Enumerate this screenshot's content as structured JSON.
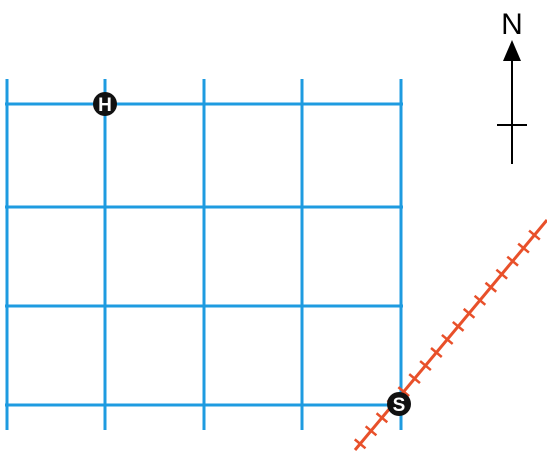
{
  "map": {
    "grid_color": "#1e9be0",
    "railway_color": "#e8502a",
    "marker_color": "#111111",
    "compass_color": "#000000"
  },
  "compass": {
    "label": "N",
    "icon": "north-arrow-icon"
  },
  "markers": {
    "home": {
      "label": "H",
      "icon": "home-marker-icon"
    },
    "station": {
      "label": "S",
      "icon": "station-marker-icon"
    }
  },
  "railway": {
    "icon": "railway-track-icon"
  }
}
